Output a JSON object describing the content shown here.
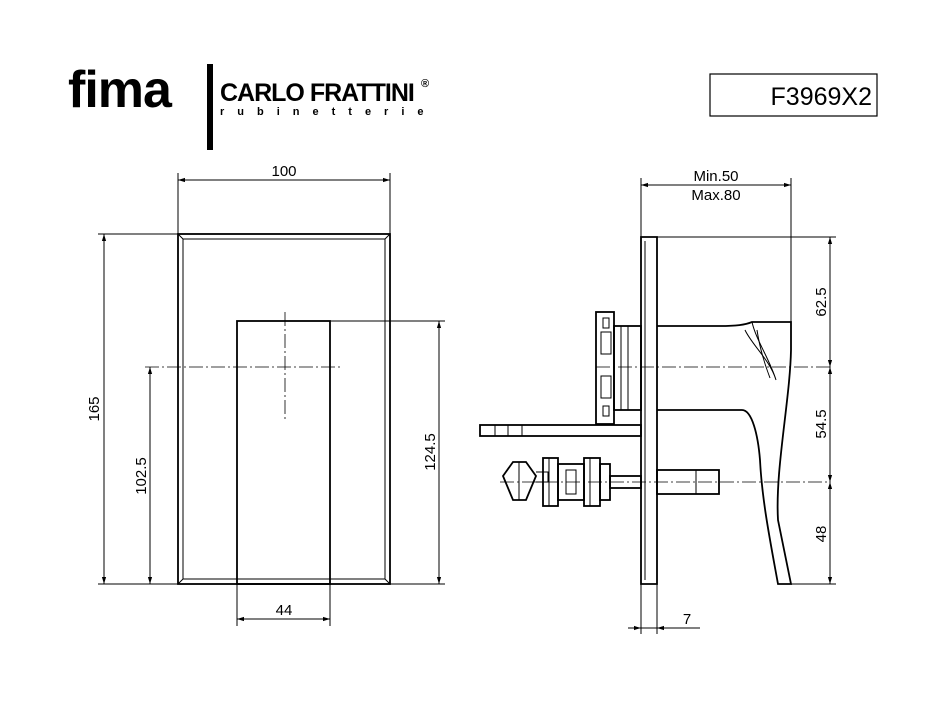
{
  "header": {
    "brand_main": "fima",
    "brand_secondary": "CARLO FRATTINI",
    "brand_registered": "®",
    "brand_tagline": "rubinetterie",
    "product_code": "F3969X2"
  },
  "front_view": {
    "width_label": "100",
    "height_label": "165",
    "center_height_label": "102.5",
    "handle_height_label": "124.5",
    "handle_width_label": "44"
  },
  "side_view": {
    "depth_min_label": "Min.50",
    "depth_max_label": "Max.80",
    "top_segment_label": "62.5",
    "middle_segment_label": "54.5",
    "bottom_segment_label": "48",
    "plate_thickness_label": "7"
  }
}
